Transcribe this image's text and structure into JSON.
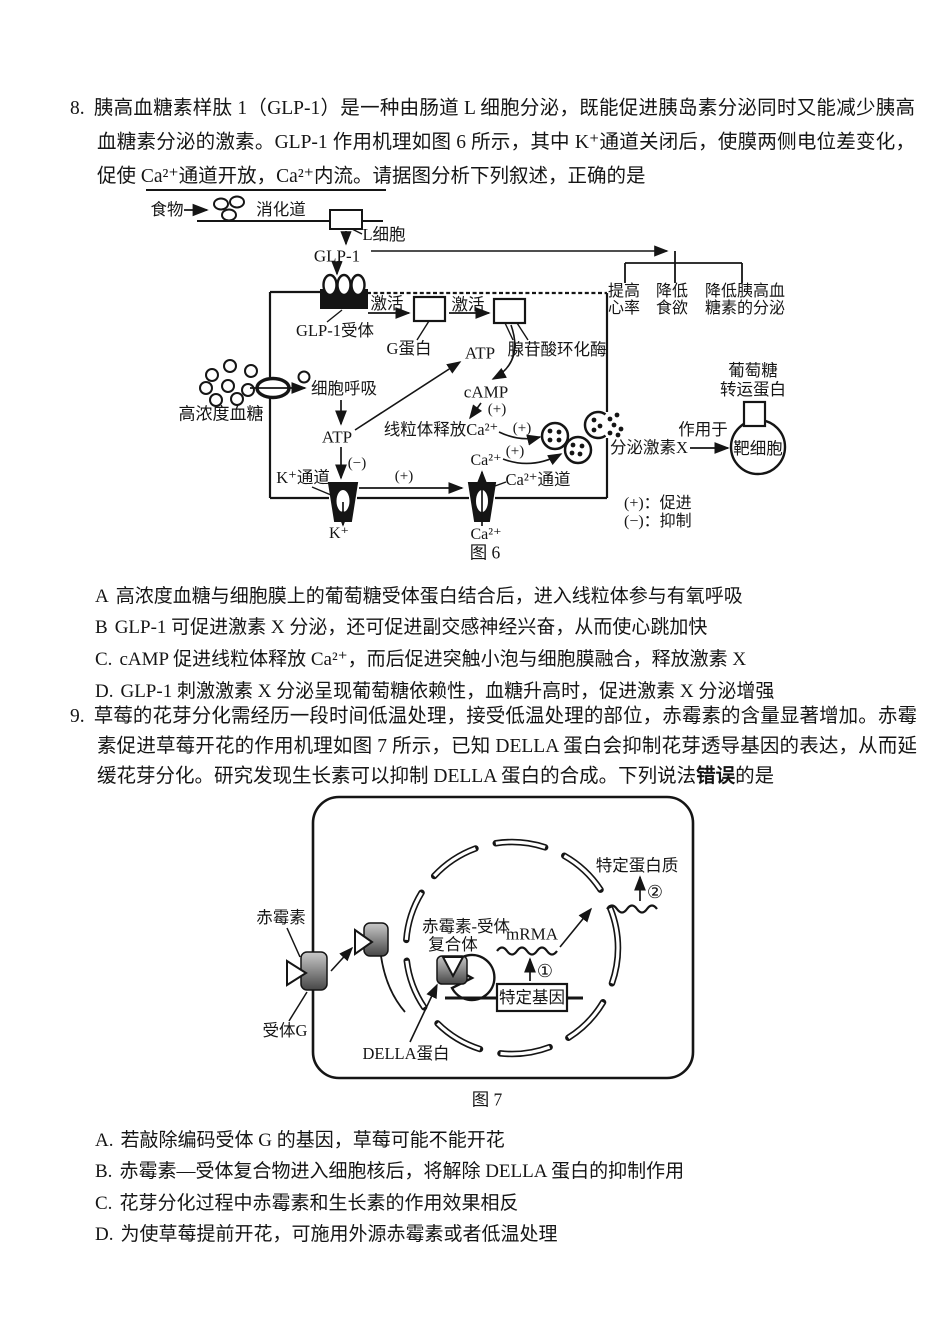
{
  "q8": {
    "number": "8.",
    "stem": "胰高血糖素样肽 1（GLP-1）是一种由肠道 L 细胞分泌，既能促进胰岛素分泌同时又能减少胰高血糖素分泌的激素。GLP-1 作用机理如图 6 所示，其中 K⁺通道关闭后，使膜两侧电位差变化，促使 Ca²⁺通道开放，Ca²⁺内流。请据图分析下列叙述，正确的是",
    "fig": {
      "caption": "图 6",
      "food": "食物",
      "digestive": "消化道",
      "l_cell": "L细胞",
      "glp1": "GLP-1",
      "glp1_receptor": "GLP-1受体",
      "activate1": "激活",
      "activate2": "激活",
      "g_protein": "G蛋白",
      "adenylate": "腺苷酸环化酶",
      "atp_upper": "ATP",
      "camp": "cAMP",
      "plus1": "(+)",
      "mito_ca": "线粒体释放Ca²⁺",
      "plus2": "(+)",
      "plus3": "(+)",
      "ca_inner": "Ca²⁺",
      "high_glucose": "高浓度血糖",
      "respiration": "细胞呼吸",
      "atp_lower": "ATP",
      "minus": "(−)",
      "k_channel": "K⁺通道",
      "plus4": "(+)",
      "ca_channel": "Ca²⁺通道",
      "k_ion": "K⁺",
      "ca_outer": "Ca²⁺",
      "secrete_x": "分泌激素X",
      "acts_on": "作用于",
      "target_cell": "靶细胞",
      "transporter1": "葡萄糖",
      "transporter2": "转运蛋白",
      "raise1": "提高",
      "raise2": "心率",
      "appetite1": "降低",
      "appetite2": "食欲",
      "glucagon1": "降低胰高血",
      "glucagon2": "糖素的分泌",
      "legend_plus": "(+)：促进",
      "legend_minus": "(−)：抑制"
    },
    "options": [
      {
        "label": "A",
        "text": "高浓度血糖与细胞膜上的葡萄糖受体蛋白结合后，进入线粒体参与有氧呼吸"
      },
      {
        "label": "B",
        "text": "GLP-1 可促进激素 X 分泌，还可促进副交感神经兴奋，从而使心跳加快"
      },
      {
        "label": "C.",
        "text": "cAMP 促进线粒体释放 Ca²⁺，而后促进突触小泡与细胞膜融合，释放激素 X"
      },
      {
        "label": "D.",
        "text": "GLP-1 刺激激素 X 分泌呈现葡萄糖依赖性，血糖升高时，促进激素 X 分泌增强"
      }
    ]
  },
  "q9": {
    "number": "9.",
    "stem_pre": "草莓的花芽分化需经历一段时间低温处理，接受低温处理的部位，赤霉素的含量显著增加。赤霉素促进草莓开花的作用机理如图 7 所示，已知 DELLA 蛋白会抑制花芽透导基因的表达，从而延缓花芽分化。研究发现生长素可以抑制 DELLA 蛋白的合成。下列说法",
    "stem_emph": "错误",
    "stem_post": "的是",
    "fig": {
      "caption": "图 7",
      "gibberellin": "赤霉素",
      "receptor_g": "受体G",
      "complex_line1": "赤霉素-受体",
      "complex_line2": "复合体",
      "mrna": "mRMA",
      "step1": "①",
      "step2": "②",
      "protein": "特定蛋白质",
      "gene": "特定基因",
      "della": "DELLA蛋白"
    },
    "options": [
      {
        "label": "A.",
        "text": "若敲除编码受体 G 的基因，草莓可能不能开花"
      },
      {
        "label": "B.",
        "text": "赤霉素—受体复合物进入细胞核后，将解除 DELLA 蛋白的抑制作用"
      },
      {
        "label": "C.",
        "text": "花芽分化过程中赤霉素和生长素的作用效果相反"
      },
      {
        "label": "D.",
        "text": "为使草莓提前开花，可施用外源赤霉素或者低温处理"
      }
    ]
  }
}
